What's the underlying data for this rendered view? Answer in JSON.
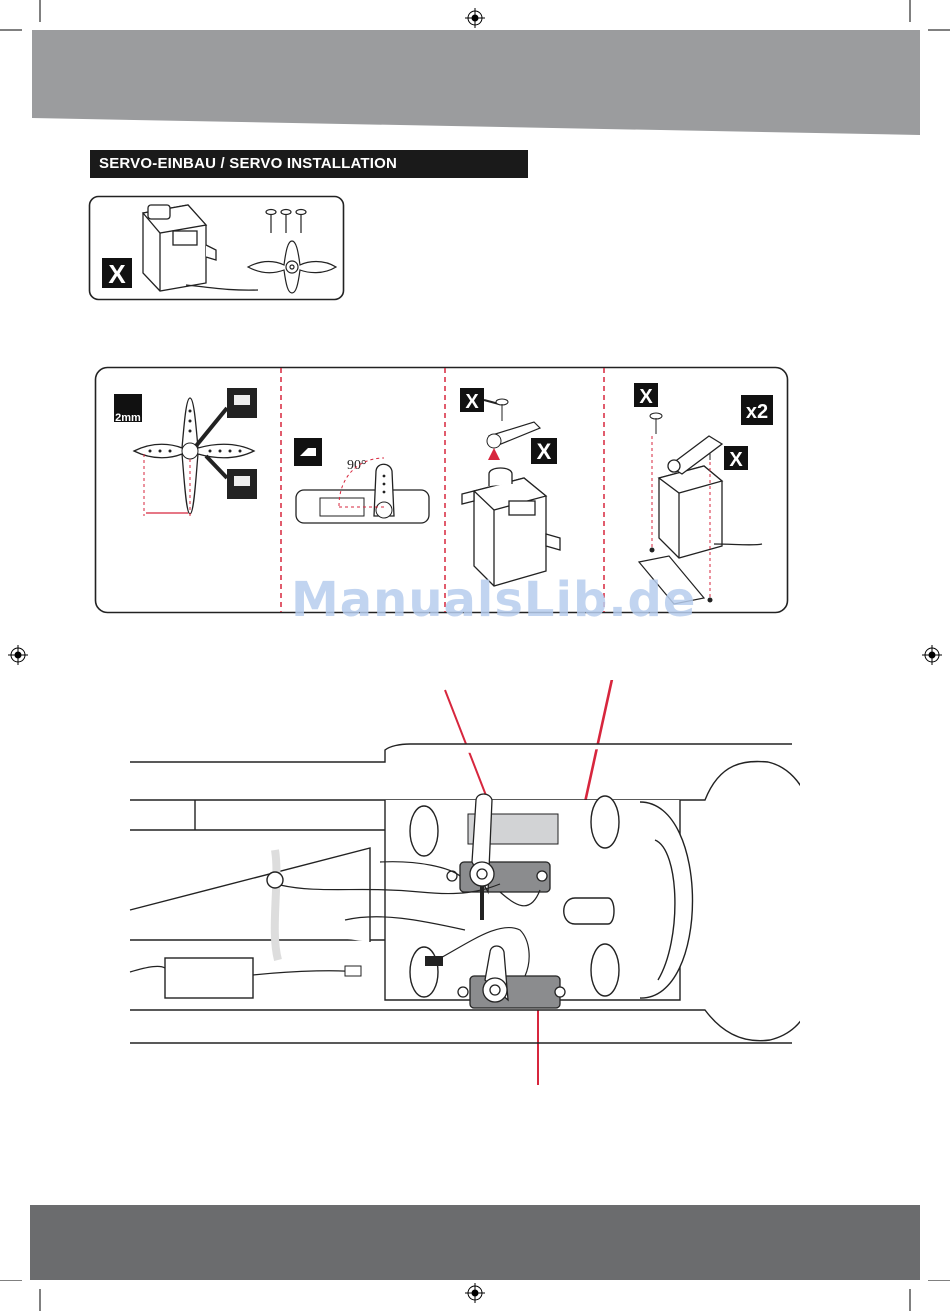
{
  "section": {
    "title": "SERVO-EINBAU / SERVO INSTALLATION"
  },
  "parts": {
    "quantity_marker": "X"
  },
  "steps": {
    "step1": {
      "hole_distance": "2mm"
    },
    "step2": {
      "angle": "90°"
    },
    "step3": {
      "marker_a": "X",
      "marker_b": "X"
    },
    "step4": {
      "marker_a": "X",
      "marker_b": "X",
      "count": "x2"
    }
  },
  "watermark": "ManualsLib.de",
  "colors": {
    "header_gray": "#9b9c9e",
    "footer_gray": "#6b6c6e",
    "leader_red": "#d7263d",
    "title_black": "#1a1a1a"
  }
}
